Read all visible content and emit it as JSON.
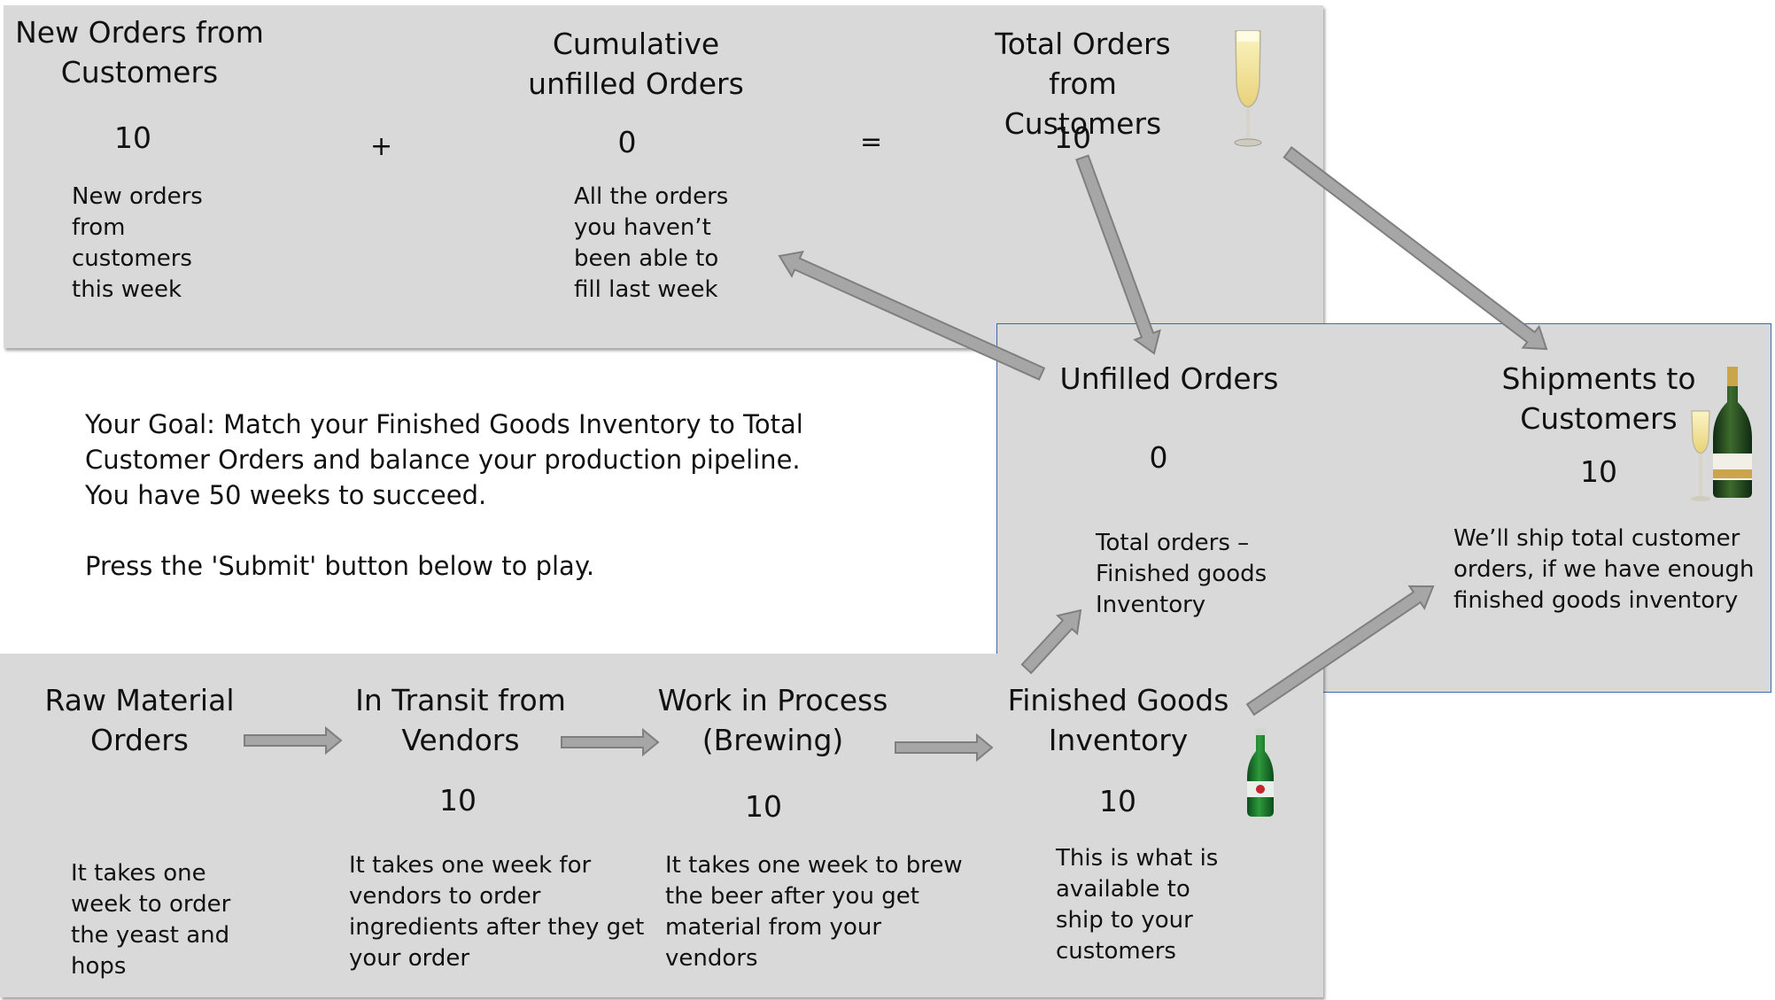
{
  "top": {
    "new_orders": {
      "title": "New Orders from\nCustomers",
      "value": "10",
      "desc": "New orders\nfrom\ncustomers\nthis week"
    },
    "plus": "+",
    "cumulative": {
      "title": "Cumulative\nunfilled Orders",
      "value": "0",
      "desc": "All the orders\nyou haven’t\nbeen able to\nfill last week"
    },
    "equals": "=",
    "total_orders": {
      "title": "Total Orders from\nCustomers",
      "value": "10"
    }
  },
  "right": {
    "unfilled": {
      "title": "Unfilled Orders",
      "value": "0",
      "desc": "Total orders –\nFinished goods\nInventory"
    },
    "shipments": {
      "title": "Shipments to\nCustomers",
      "value": "10",
      "desc": "We’ll ship total customer\norders, if we have enough\nfinished goods inventory"
    }
  },
  "goal": {
    "text": "Your Goal: Match your Finished Goods Inventory to Total\nCustomer Orders and balance your production pipeline.\nYou have 50 weeks to succeed.",
    "instruction": "Press the 'Submit' button below to play."
  },
  "bottom": {
    "raw_material": {
      "title": "Raw Material\nOrders",
      "desc": "It takes one\nweek to order\nthe yeast and\nhops"
    },
    "in_transit": {
      "title": "In Transit from\nVendors",
      "value": "10",
      "desc": "It takes one week for\nvendors to order\ningredients after they get\nyour order"
    },
    "wip": {
      "title": "Work in Process\n(Brewing)",
      "value": "10",
      "desc": "It takes one week to brew\nthe beer after you get\nmaterial from your\nvendors"
    },
    "finished": {
      "title": "Finished Goods\nInventory",
      "value": "10",
      "desc": "This is what is\navailable to\nship to your\ncustomers"
    }
  },
  "colors": {
    "panel": "#d9d9d9",
    "arrow_fill": "#a6a6a6",
    "arrow_stroke": "#7f7f7f",
    "panel_border": "#3e6aa8"
  },
  "icons": [
    "champagne-glass-icon",
    "champagne-bottle-icon",
    "beer-bottle-icon"
  ]
}
